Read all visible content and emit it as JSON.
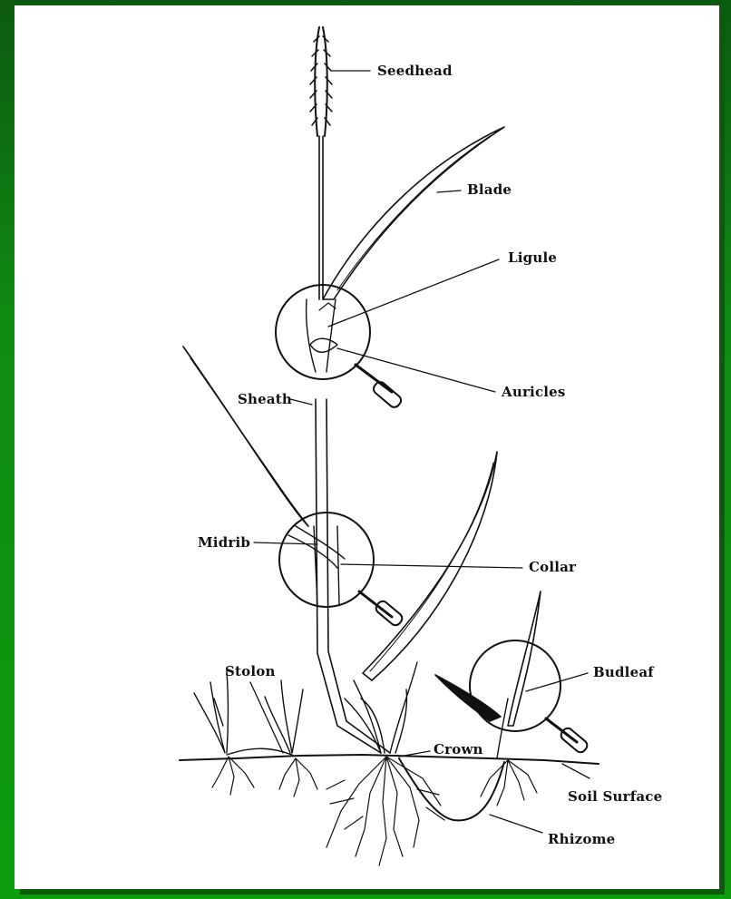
{
  "colors": {
    "background_green": "#0e9d0e",
    "paper": "#ffffff",
    "ink": "#111111"
  },
  "labels": {
    "seedhead": "Seedhead",
    "blade": "Blade",
    "ligule": "Ligule",
    "auricles": "Auricles",
    "sheath": "Sheath",
    "midrib": "Midrib",
    "collar": "Collar",
    "stolon": "Stolon",
    "budleaf": "Budleaf",
    "crown": "Crown",
    "soil_surface": "Soil Surface",
    "rhizome": "Rhizome"
  }
}
